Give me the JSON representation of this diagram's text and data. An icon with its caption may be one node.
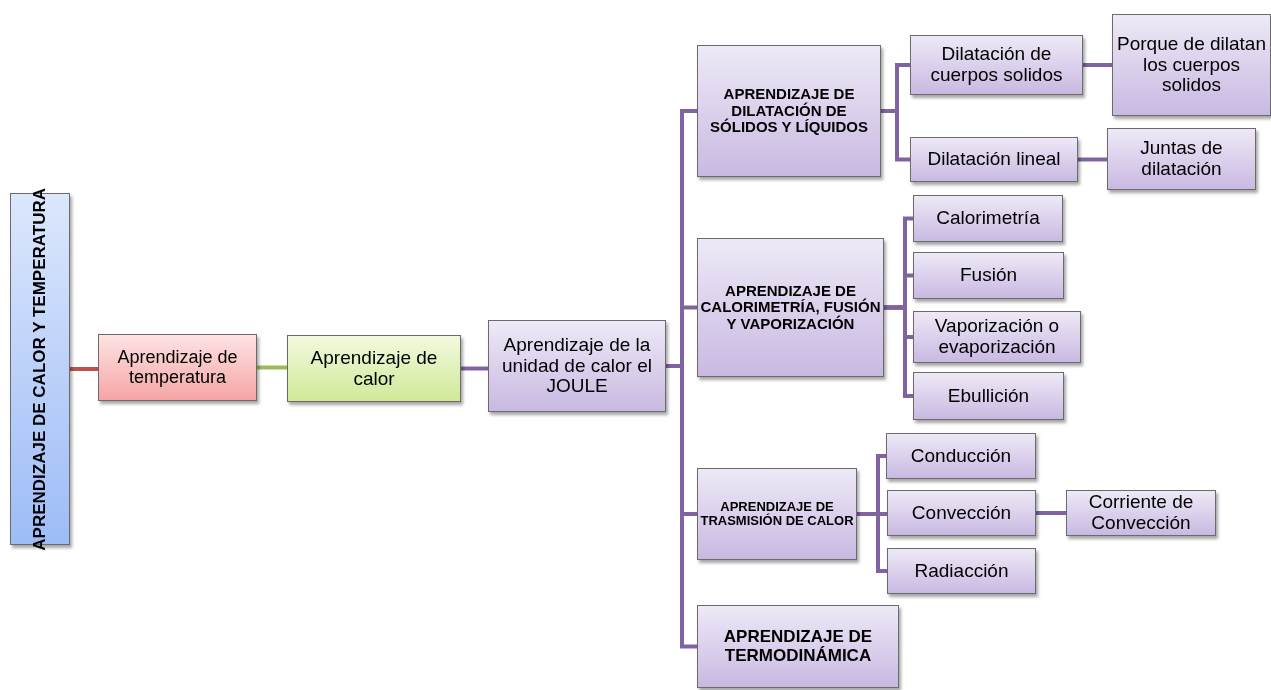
{
  "diagram": {
    "nodes": [
      {
        "text": [
          "APRENDIZAJE DE CALOR Y TEMPERATURA"
        ]
      },
      {
        "text": [
          "Aprendizaje de temperatura"
        ]
      },
      {
        "text": [
          "Aprendizaje de calor"
        ]
      },
      {
        "text": [
          "Aprendizaje de la unidad de calor el JOULE"
        ]
      },
      {
        "text": [
          "APRENDIZAJE DE DILATACIÓN DE SÓLIDOS Y LÍQUIDOS"
        ]
      },
      {
        "text": [
          "Dilatación de cuerpos solidos"
        ]
      },
      {
        "text": [
          "Porque de dilatan los cuerpos solidos"
        ]
      },
      {
        "text": [
          "Dilatación lineal"
        ]
      },
      {
        "text": [
          "Juntas de dilatación"
        ]
      },
      {
        "text": [
          "APRENDIZAJE DE CALORIMETRÍA, FUSIÓN Y VAPORIZACIÓN"
        ]
      },
      {
        "text": [
          "Calorimetría"
        ]
      },
      {
        "text": [
          "Fusión"
        ]
      },
      {
        "text": [
          "Vaporización o evaporización"
        ]
      },
      {
        "text": [
          "Ebullición"
        ]
      },
      {
        "text": [
          "APRENDIZAJE DE TRASMISIÓN DE CALOR"
        ]
      },
      {
        "text": [
          "Conducción"
        ]
      },
      {
        "text": [
          "Convección"
        ]
      },
      {
        "text": [
          "Corriente de Convección"
        ]
      },
      {
        "text": [
          "Radiacción"
        ]
      },
      {
        "text": [
          "APRENDIZAJE DE TERMODINÁMICA"
        ]
      }
    ],
    "edges": [
      {
        "from": 0,
        "to": 1,
        "arrow": "none",
        "color": "#c0504d"
      },
      {
        "from": 1,
        "to": 2,
        "arrow": "none",
        "color": "#9bbb59"
      },
      {
        "from": 2,
        "to": 3,
        "arrow": "none"
      },
      {
        "from": 3,
        "to": 4,
        "arrow": "none"
      },
      {
        "from": 3,
        "to": 9,
        "arrow": "none"
      },
      {
        "from": 3,
        "to": 14,
        "arrow": "none"
      },
      {
        "from": 3,
        "to": 19,
        "arrow": "none"
      },
      {
        "from": 4,
        "to": 5,
        "arrow": "none"
      },
      {
        "from": 4,
        "to": 7,
        "arrow": "none"
      },
      {
        "from": 5,
        "to": 6,
        "arrow": "none"
      },
      {
        "from": 7,
        "to": 8,
        "arrow": "none"
      },
      {
        "from": 9,
        "to": 10,
        "arrow": "none"
      },
      {
        "from": 9,
        "to": 11,
        "arrow": "none"
      },
      {
        "from": 9,
        "to": 12,
        "arrow": "none"
      },
      {
        "from": 9,
        "to": 13,
        "arrow": "none"
      },
      {
        "from": 14,
        "to": 15,
        "arrow": "none"
      },
      {
        "from": 14,
        "to": 16,
        "arrow": "none"
      },
      {
        "from": 14,
        "to": 18,
        "arrow": "none"
      },
      {
        "from": 16,
        "to": 17,
        "arrow": "none"
      }
    ]
  }
}
